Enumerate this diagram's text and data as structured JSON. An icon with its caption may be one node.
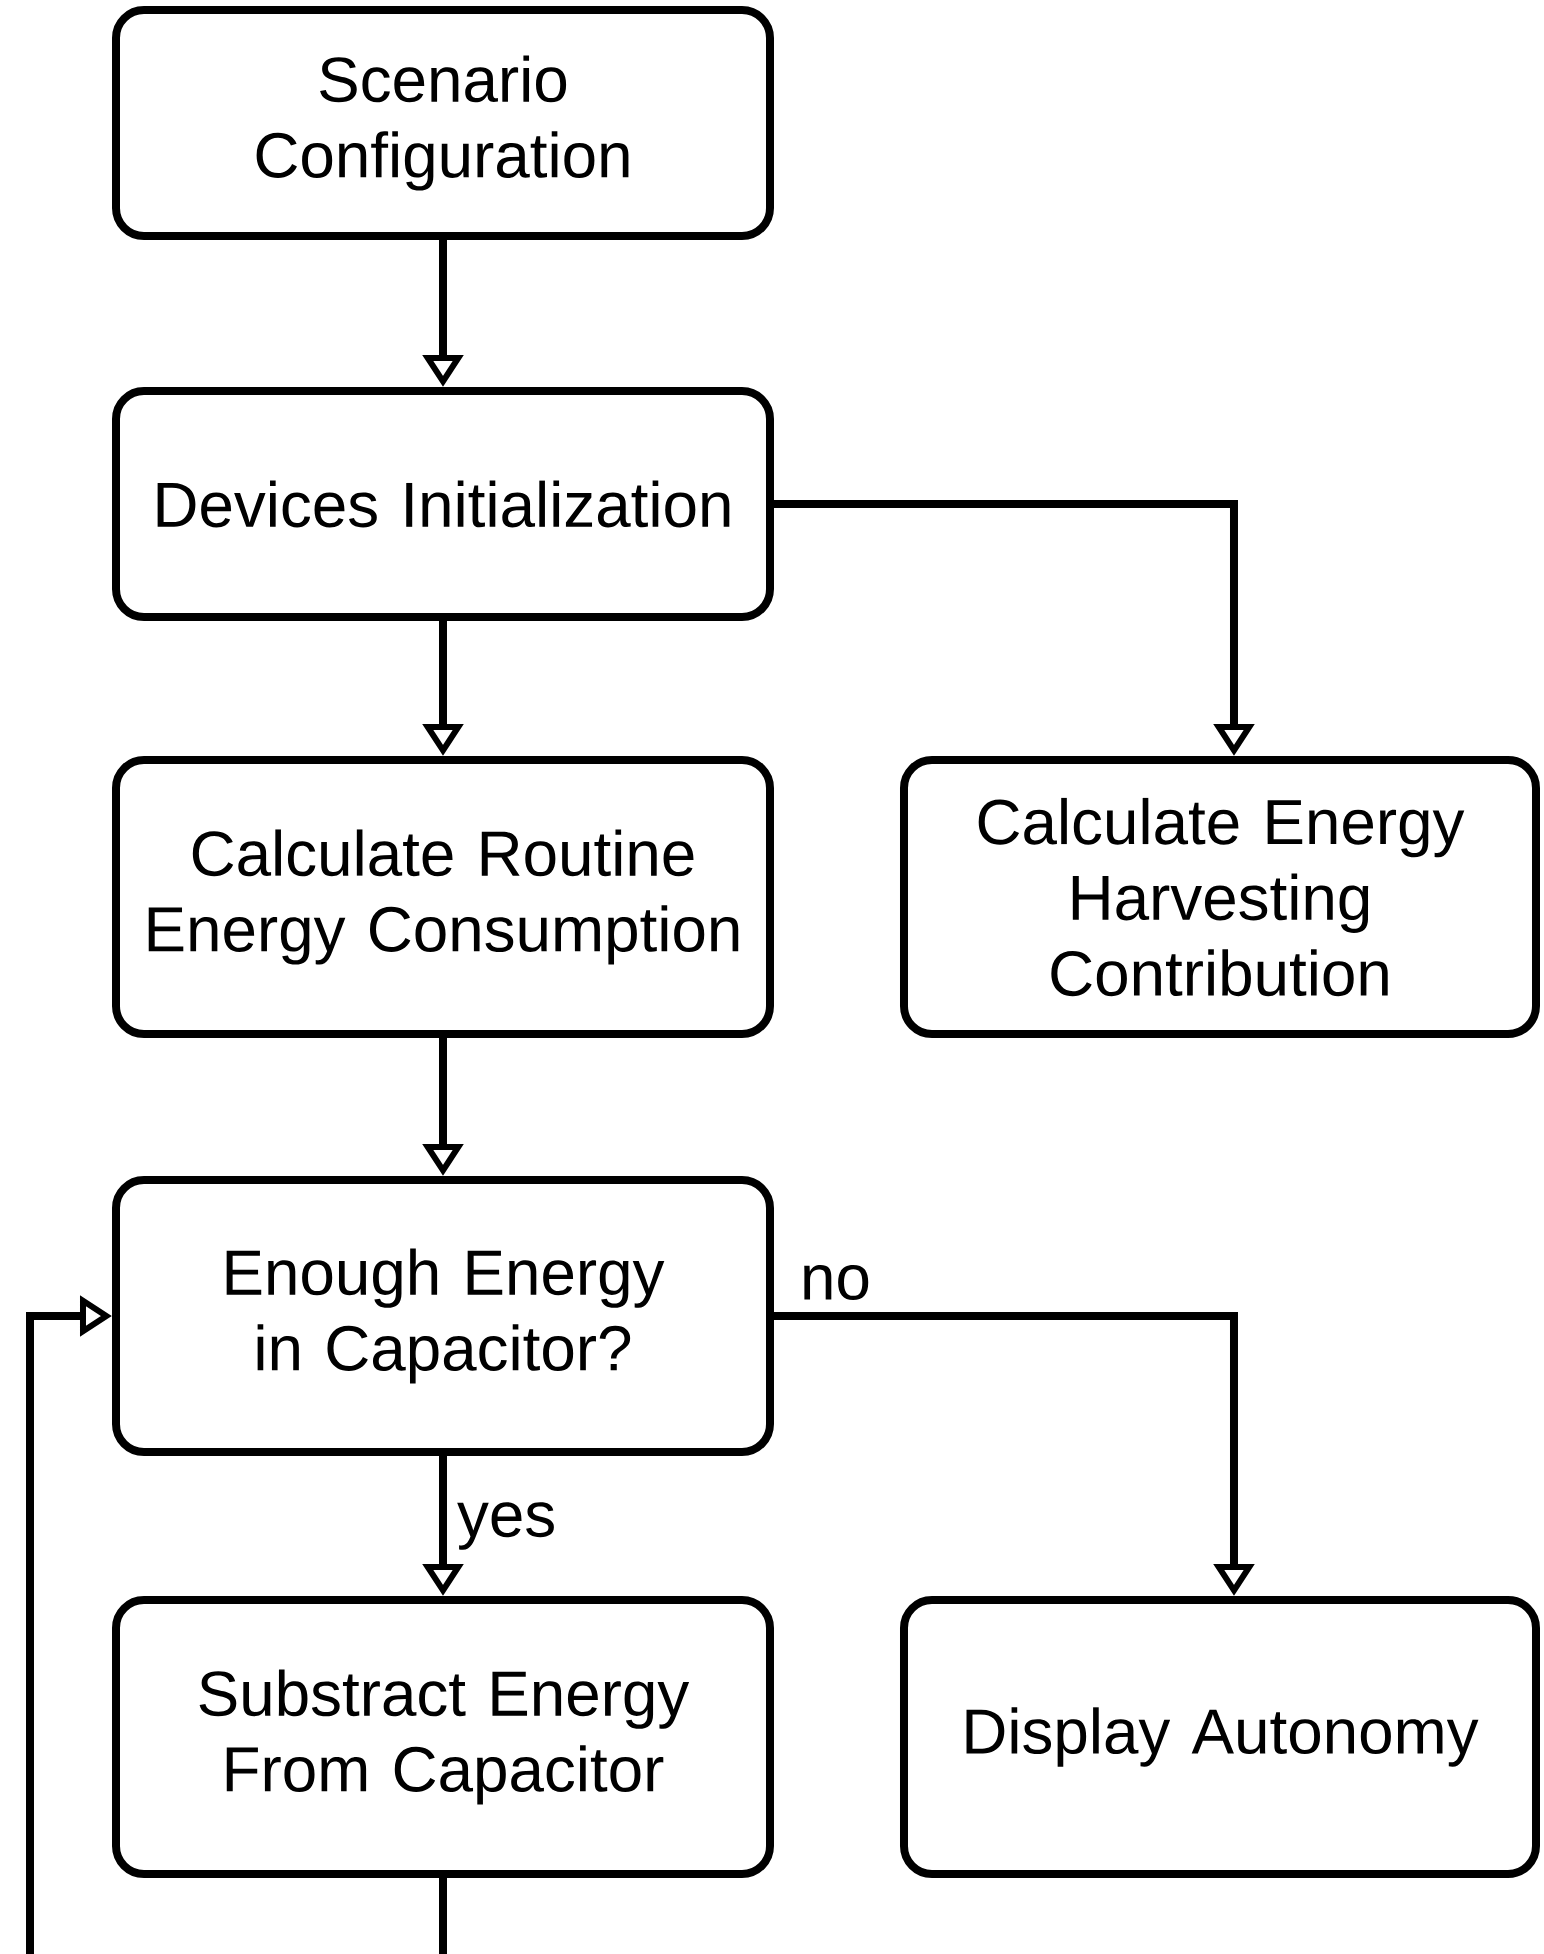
{
  "diagram": {
    "nodes": [
      {
        "text": [
          "Scenario Configuration"
        ]
      },
      {
        "text": [
          "Devices Initialization"
        ]
      },
      {
        "text": [
          "Calculate Routine Energy Consumption"
        ]
      },
      {
        "text": [
          "Calculate Energy Harvesting Contribution"
        ]
      },
      {
        "text": [
          "Enough Energy in Capacitor?"
        ]
      },
      {
        "text": [
          "Substract Energy From Capacitor"
        ]
      },
      {
        "text": [
          "Display Autonomy"
        ]
      }
    ],
    "edges": [
      {
        "from": 0,
        "to": 1,
        "arrow": "to"
      },
      {
        "from": 1,
        "to": 2,
        "arrow": "to"
      },
      {
        "from": 1,
        "to": 3,
        "arrow": "to"
      },
      {
        "from": 2,
        "to": 4,
        "arrow": "to"
      },
      {
        "from": 4,
        "to": 5,
        "arrow": "to",
        "label": "yes"
      },
      {
        "from": 4,
        "to": 6,
        "arrow": "to",
        "label": "no"
      },
      {
        "from": 5,
        "to": null,
        "arrow": "none"
      },
      {
        "from": null,
        "to": 4,
        "arrow": "to"
      }
    ]
  }
}
